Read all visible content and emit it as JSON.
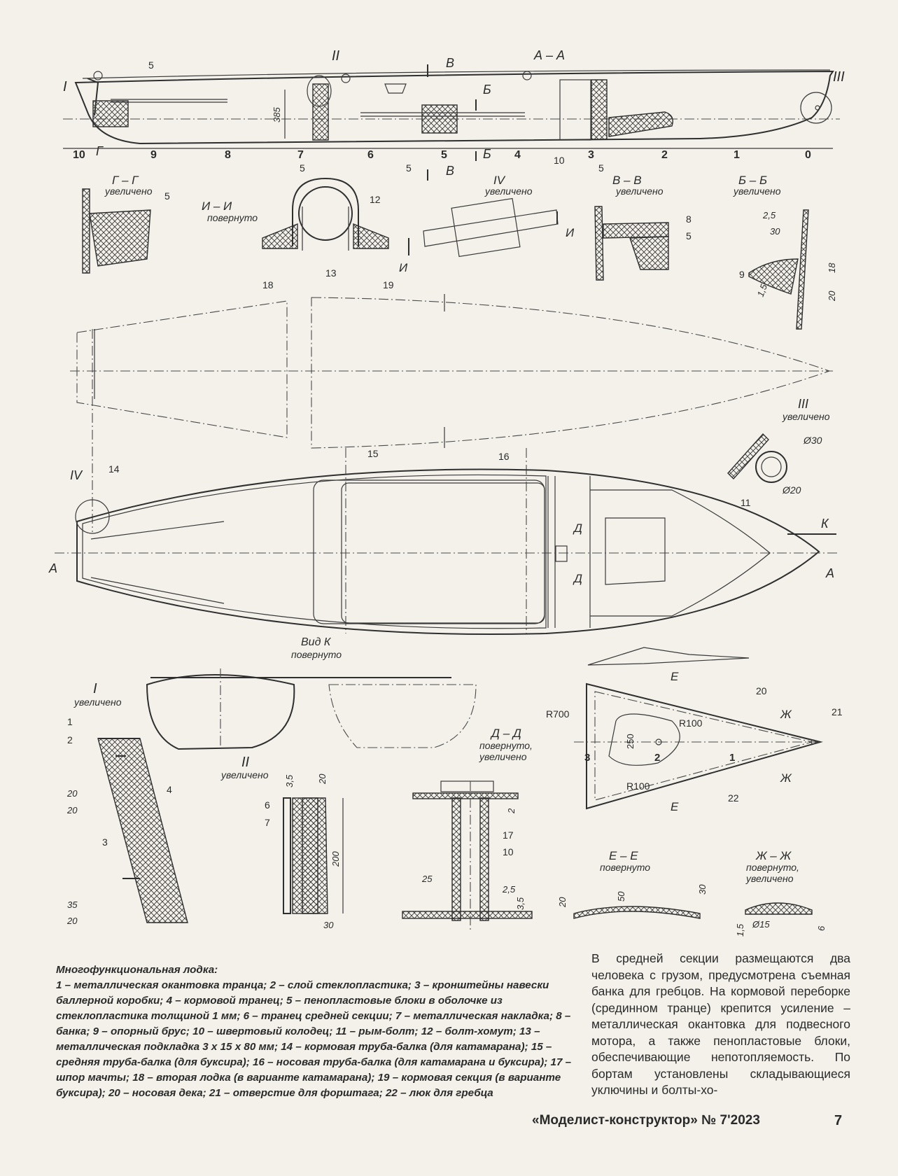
{
  "drawing": {
    "views": {
      "aa": "А – А",
      "gg_title": "Г – Г",
      "gg_sub": "увеличено",
      "ii_title": "И – И",
      "ii_sub": "повернуто",
      "iv_title": "IV",
      "iv_sub": "увеличено",
      "vv_title": "В – В",
      "vv_sub": "увеличено",
      "bb_title": "Б – Б",
      "bb_sub": "увеличено",
      "iii_title": "III",
      "iii_sub": "увеличено",
      "k_title": "Вид К",
      "k_sub": "повернуто",
      "i_title": "I",
      "i_sub": "увеличено",
      "ii2_title": "II",
      "ii2_sub": "увеличено",
      "dd_title": "Д – Д",
      "dd_sub1": "повернуто,",
      "dd_sub2": "увеличено",
      "ee_title": "Е – Е",
      "ee_sub": "повернуто",
      "zhzh_title": "Ж – Ж",
      "zhzh_sub1": "повернуто,",
      "zhzh_sub2": "увеличено"
    },
    "marks": {
      "I": "I",
      "II": "II",
      "III": "III",
      "IV": "IV",
      "A": "А",
      "B": "Б",
      "V": "В",
      "G": "Г",
      "D": "Д",
      "E": "Е",
      "Zh": "Ж",
      "I_cut": "И",
      "K": "К"
    },
    "stations": [
      "10",
      "9",
      "8",
      "7",
      "6",
      "5",
      "4",
      "3",
      "2",
      "1",
      "0"
    ],
    "dims": {
      "h385": "385",
      "d25a": "2,5",
      "d30a": "30",
      "d18": "18",
      "d20a": "20",
      "d15a": "1,5",
      "d30b": "Ø30",
      "d20b": "Ø20",
      "r700": "R700",
      "r100a": "R100",
      "r100b": "R100",
      "d250": "250",
      "d35a": "3,5",
      "d20c": "20",
      "d200": "200",
      "d30c": "30",
      "d20d": "20",
      "d20e": "20",
      "d35b": "35",
      "d20f": "20",
      "d2": "2",
      "d25b": "25",
      "d25c": "2,5",
      "d35c": "3,5",
      "d20g": "20",
      "d50": "50",
      "d30d": "30",
      "d15b": "1,5",
      "d15c": "Ø15",
      "d6": "6"
    },
    "callouts": [
      "1",
      "2",
      "3",
      "4",
      "5",
      "6",
      "7",
      "8",
      "9",
      "10",
      "11",
      "12",
      "13",
      "14",
      "15",
      "16",
      "17",
      "18",
      "19",
      "20",
      "21",
      "22"
    ]
  },
  "caption": {
    "title": "Многофункциональная лодка:",
    "text": "1 – металлическая окантовка транца; 2 – слой стеклопластика; 3 – кронштейны навески баллерной коробки; 4 – кормовой транец; 5 – пенопластовые блоки в оболочке из стеклопластика толщиной 1 мм; 6 – транец средней секции; 7 – металлическая накладка; 8 – банка; 9 – опорный брус; 10 – швертовый колодец; 11 – рым-болт; 12 – болт-хомут; 13 – металлическая подкладка 3 х 15 х 80 мм; 14 – кормовая труба-балка (для катамарана); 15 – средняя труба-балка (для буксира); 16 – носовая труба-балка (для катамарана и буксира); 17 – шпор мачты; 18 – вторая лодка (в варианте катамарана); 19 – кормовая секция (в варианте буксира); 20 – носовая дека; 21 – отверстие для форштага; 22 – люк для гребца"
  },
  "body_text": "В средней секции размещаются два человека с грузом, предусмотрена съемная банка для гребцов. На кормовой переборке (срединном транце) крепится усиление – металлическая окантовка для подвесного мотора, а также пенопластовые блоки, обеспечивающие непотопляемость. По бортам установлены складывающиеся уключины и болты-хо-",
  "footer": {
    "magazine": "«Моделист-конструктор» № 7'2023",
    "page": "7"
  }
}
